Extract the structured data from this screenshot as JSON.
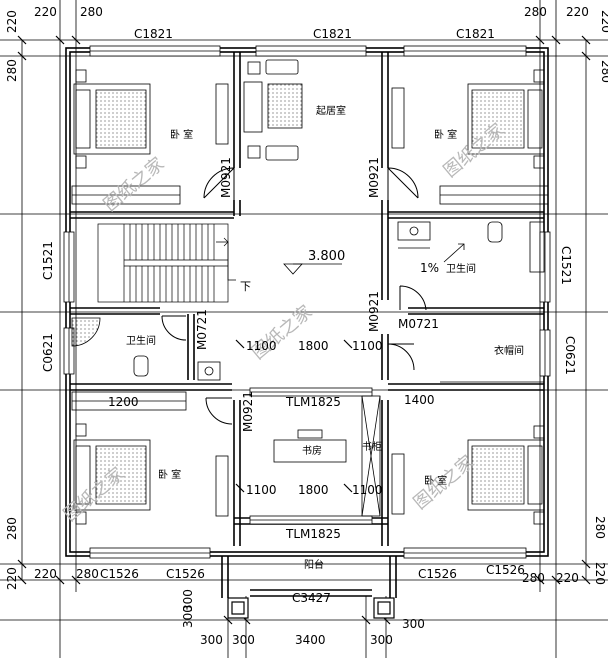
{
  "dimensions": {
    "top_left_220": "220",
    "top_left_280": "280",
    "top_right_280": "280",
    "top_right_220": "220",
    "left_top_220": "220",
    "left_top_280": "280",
    "right_top_220": "220",
    "right_top_280": "280",
    "left_bottom_280": "280",
    "left_bottom_220": "220",
    "right_bottom_280": "280",
    "right_bottom_220": "220",
    "bottom_left_220": "220",
    "bottom_left_280": "280",
    "bottom_right_280": "280",
    "bottom_right_220": "220",
    "balcony_left_300": "300",
    "balcony_left_300b": "300",
    "bottom_300a": "300",
    "bottom_300b": "300",
    "bottom_3400": "3400",
    "bottom_300c": "300",
    "bottom_300d": "300",
    "mid_1100a": "1100",
    "mid_1800a": "1800",
    "mid_1100b": "1100",
    "low_1100a": "1100",
    "low_1800a": "1800",
    "low_1100b": "1100",
    "dim_1400": "1400",
    "dim_1200": "1200"
  },
  "windows": {
    "top_left": "C1821",
    "top_mid": "C1821",
    "top_right": "C1821",
    "left_stair": "C1521",
    "right_bath": "C1521",
    "left_bath": "C0621",
    "right_closet": "C0621",
    "bottom_left_a": "C1526",
    "bottom_left_b": "C1526",
    "bottom_right_a": "C1526",
    "bottom_right_b": "C1526",
    "balcony": "C3427"
  },
  "doors": {
    "living_left": "M0921",
    "living_right": "M0921",
    "bath_right": "M0921",
    "bath_right_door": "M0721",
    "bath_left": "M0721",
    "study": "M0921",
    "study_top": "TLM1825",
    "balcony": "TLM1825"
  },
  "rooms": {
    "bedroom_tl": "卧 室",
    "living": "起居室",
    "bedroom_tr": "卧 室",
    "bath_right": "卫生间",
    "bath_left": "卫生间",
    "closet": "衣帽间",
    "study": "书房",
    "bookcase": "书柜",
    "bedroom_bl": "卧 室",
    "bedroom_br": "卧 室",
    "balcony": "阳台"
  },
  "stair": {
    "level": "3.800",
    "down": "下"
  },
  "slope": "1%",
  "watermark": "图纸之家"
}
